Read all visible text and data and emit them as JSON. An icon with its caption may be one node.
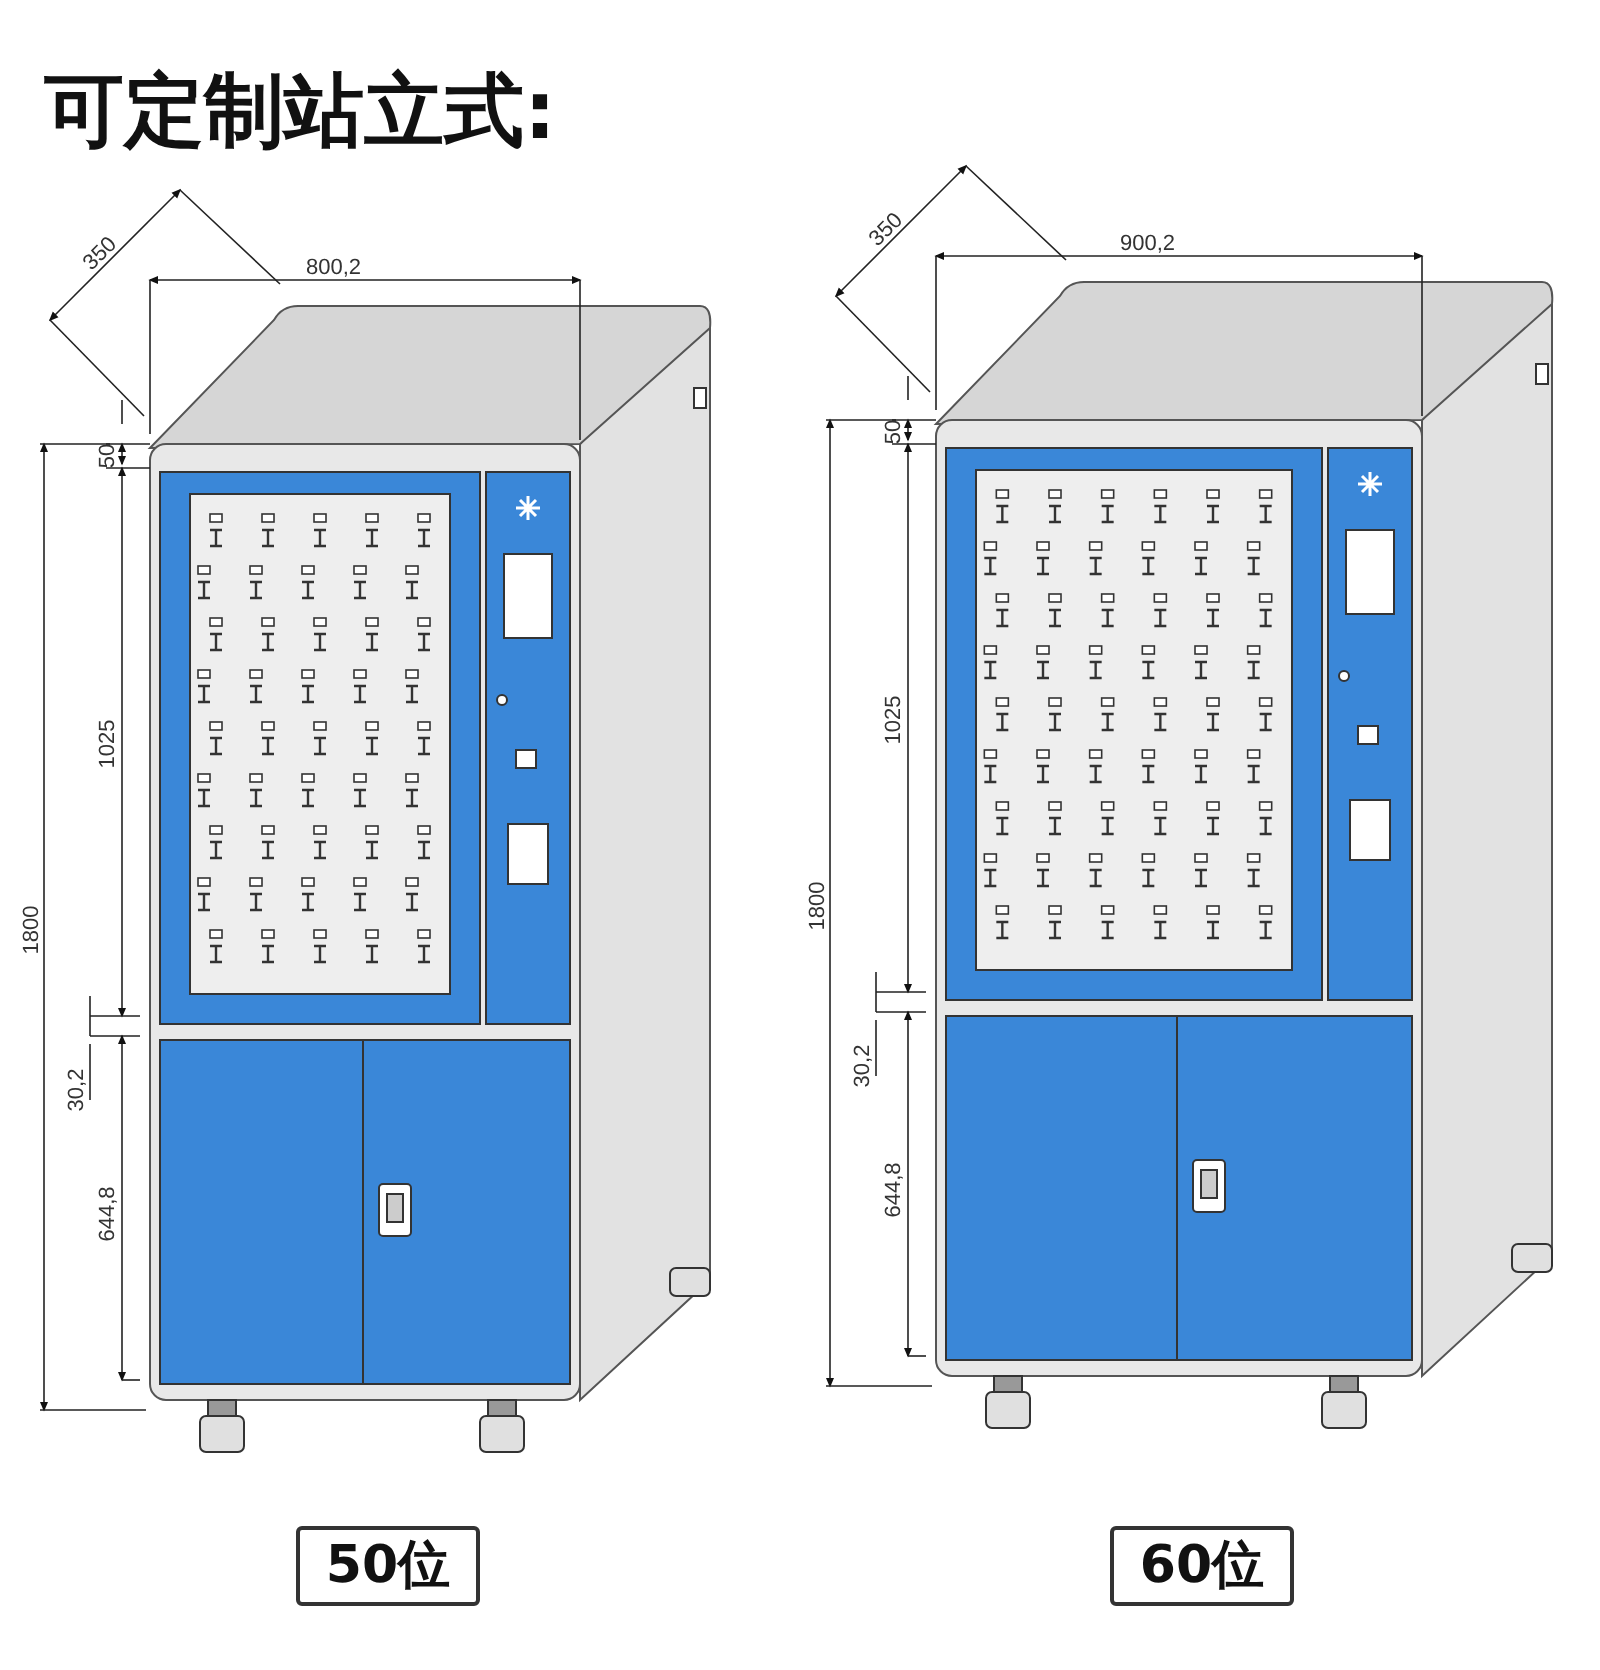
{
  "diagram": {
    "title": "可定制站立式:",
    "nodes": [
      {
        "text": [
          "50位"
        ]
      },
      {
        "text": [
          "60位"
        ]
      }
    ],
    "labels": [
      "350",
      "800,2",
      "50",
      "1025",
      "1800",
      "30,2",
      "644,8",
      "350",
      "900,2",
      "50",
      "1025",
      "1800",
      "30,2",
      "644,8"
    ]
  }
}
